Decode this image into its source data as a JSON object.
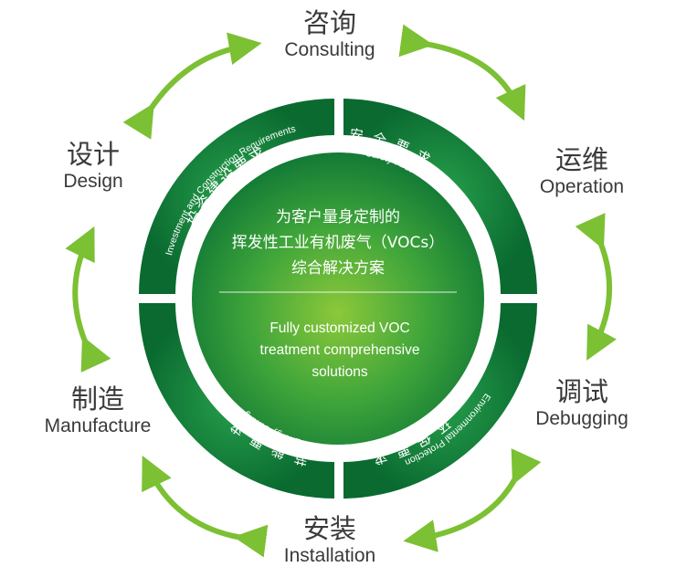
{
  "stages": {
    "consulting": {
      "zh": "咨询",
      "en": "Consulting"
    },
    "operation": {
      "zh": "运维",
      "en": "Operation"
    },
    "debugging": {
      "zh": "调试",
      "en": "Debugging"
    },
    "installation": {
      "zh": "安装",
      "en": "Installation"
    },
    "manufacture": {
      "zh": "制造",
      "en": "Manufacture"
    },
    "design": {
      "zh": "设计",
      "en": "Design"
    }
  },
  "ring": {
    "top_left": {
      "zh": "投资建设要求",
      "en": "Investment and Construction Requirements"
    },
    "top_right": {
      "zh": "安全要求",
      "en": "Safety First"
    },
    "bottom_right": {
      "zh": "环保要求",
      "en": "Environmental Protection"
    },
    "bottom_left": {
      "zh": "节能要求",
      "en": "Energy Saving"
    }
  },
  "center": {
    "zh_line1": "为客户量身定制的",
    "zh_line2": "挥发性工业有机废气（VOCs）",
    "zh_line3": "综合解决方案",
    "en_line1": "Fully customized VOC",
    "en_line2": "treatment comprehensive",
    "en_line3": "solutions"
  },
  "colors": {
    "ring_dark": "#0d7a3a",
    "center_light": "#8cc83a",
    "arrow_green": "#7cc033",
    "text": "#3a3a3a"
  }
}
